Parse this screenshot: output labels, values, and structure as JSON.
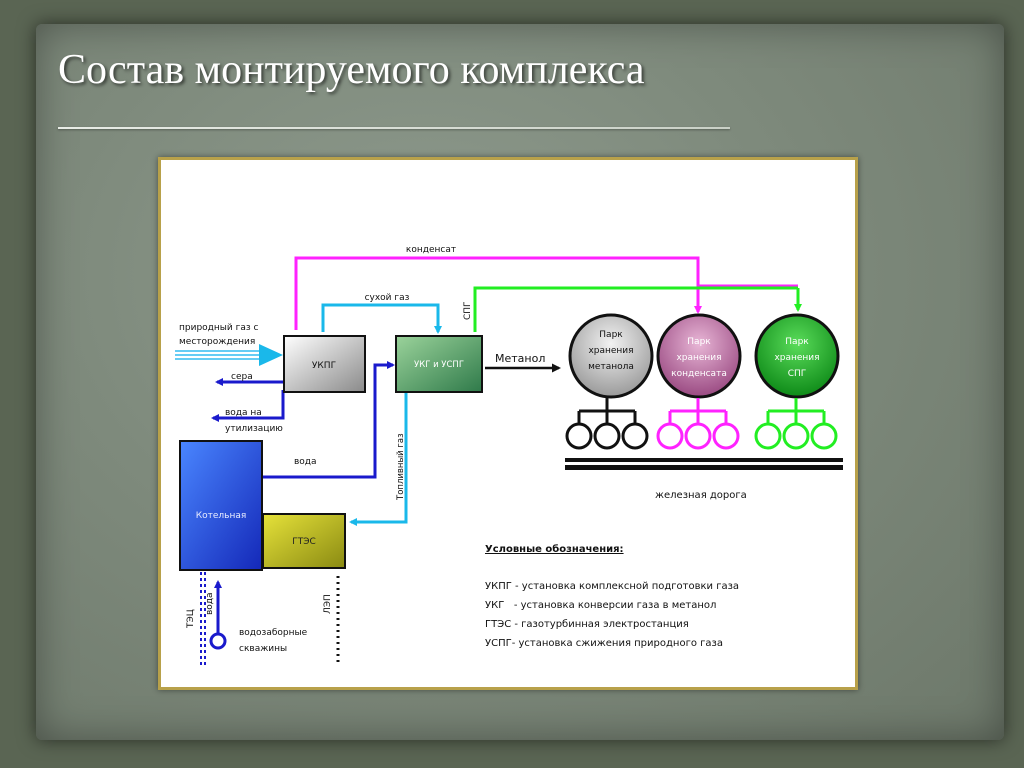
{
  "slide": {
    "title": "Состав монтируемого комплекса"
  },
  "diagram": {
    "units": {
      "ukpg": "УКПГ",
      "ukg_uspg": "УКГ и УСПГ",
      "boiler": "Котельная",
      "gtes": "ГТЭС"
    },
    "tanks": {
      "methanol": [
        "Парк",
        "хранения",
        "метанола"
      ],
      "condensate": [
        "Парк",
        "хранения",
        "конденсата"
      ],
      "spg": [
        "Парк",
        "хранения",
        "СПГ"
      ]
    },
    "flows": {
      "condensate": "конденсат",
      "dry_gas": "сухой газ",
      "spg": "СПГ",
      "natural_gas_line1": "природный газ с",
      "natural_gas_line2": "месторождения",
      "sulfur": "сера",
      "water_disposal_line1": "вода на",
      "water_disposal_line2": "утилизацию",
      "water": "вода",
      "methanol": "Метанол",
      "fuel_gas": "Топливный газ",
      "railway": "железная дорога",
      "tec": "ТЭЦ",
      "water_vertical": "вода",
      "lep": "ЛЭП",
      "wells_line1": "водозаборные",
      "wells_line2": "скважины"
    },
    "legend": {
      "title": "Условные обозначения:",
      "items": [
        "УКПГ - установка комплексной подготовки газа",
        "УКГ   - установка конверсии газа в метанол",
        "ГТЭС - газотурбинная электростанция",
        "УСПГ- установка сжижения природного газа"
      ]
    },
    "colors": {
      "magenta": "#ff22ff",
      "green": "#22ee22",
      "cyan": "#1ab8ea",
      "blue": "#1a1acc",
      "black": "#111111"
    }
  }
}
